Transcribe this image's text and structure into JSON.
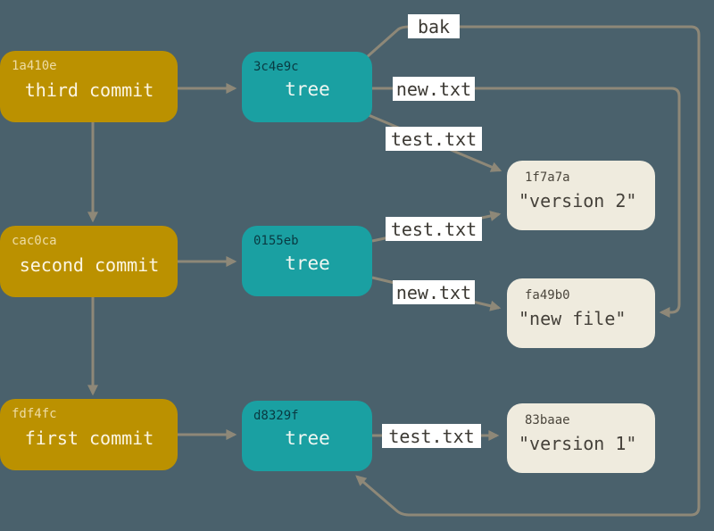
{
  "figure": {
    "title": "git-objects-diagram",
    "colors": {
      "background": "#4a616c",
      "commit_fill": "#bb9100",
      "tree_fill": "#1aa0a2",
      "blob_fill": "#efebde",
      "edge": "#8e8878",
      "edge_label_bg": "#ffffff",
      "edge_label_text": "#3c3933"
    },
    "commits": [
      {
        "hash": "1a410e",
        "label": "third commit"
      },
      {
        "hash": "cac0ca",
        "label": "second commit"
      },
      {
        "hash": "fdf4fc",
        "label": "first commit"
      }
    ],
    "trees": [
      {
        "hash": "3c4e9c",
        "label": "tree"
      },
      {
        "hash": "0155eb",
        "label": "tree"
      },
      {
        "hash": "d8329f",
        "label": "tree"
      }
    ],
    "blobs": [
      {
        "hash": "1f7a7a",
        "label": "\"version 2\""
      },
      {
        "hash": "fa49b0",
        "label": "\"new file\""
      },
      {
        "hash": "83baae",
        "label": "\"version 1\""
      }
    ],
    "edge_labels": [
      {
        "text": "bak"
      },
      {
        "text": "new.txt"
      },
      {
        "text": "test.txt"
      },
      {
        "text": "test.txt"
      },
      {
        "text": "new.txt"
      },
      {
        "text": "test.txt"
      }
    ]
  }
}
